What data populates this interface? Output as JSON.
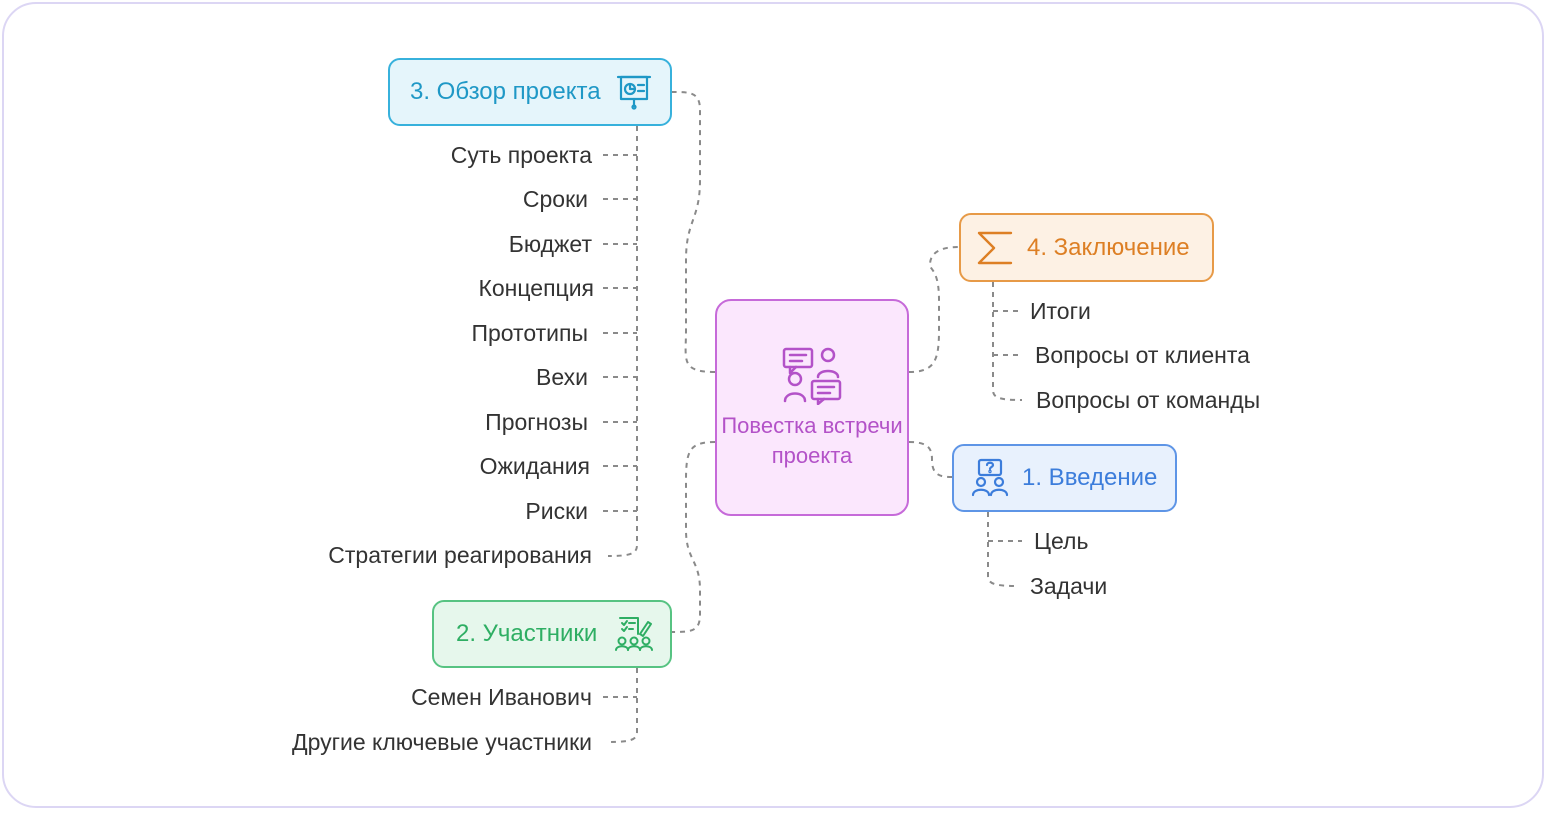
{
  "center": {
    "label": "Повестка встречи проекта",
    "icon": "meeting-discussion-icon",
    "color": "#b352c8"
  },
  "branches": {
    "overview": {
      "label": "3. Обзор проекта",
      "icon": "presentation-board-icon",
      "color": "#1f98c6",
      "items": [
        "Суть проекта",
        "Сроки",
        "Бюджет",
        "Концепция",
        "Прототипы",
        "Вехи",
        "Прогнозы",
        "Ожидания",
        "Риски",
        "Стратегии реагирования"
      ]
    },
    "participants": {
      "label": "2. Участники",
      "icon": "team-checklist-icon",
      "color": "#2eae63",
      "items": [
        "Семен Иванович",
        "Другие ключевые участники"
      ]
    },
    "conclusion": {
      "label": "4. Заключение",
      "icon": "sigma-sum-icon",
      "color": "#dd7f24",
      "items": [
        "Итоги",
        "Вопросы от клиента",
        "Вопросы от команды"
      ]
    },
    "intro": {
      "label": "1. Введение",
      "icon": "group-question-icon",
      "color": "#3c7ddb",
      "items": [
        "Цель",
        "Задачи"
      ]
    }
  }
}
